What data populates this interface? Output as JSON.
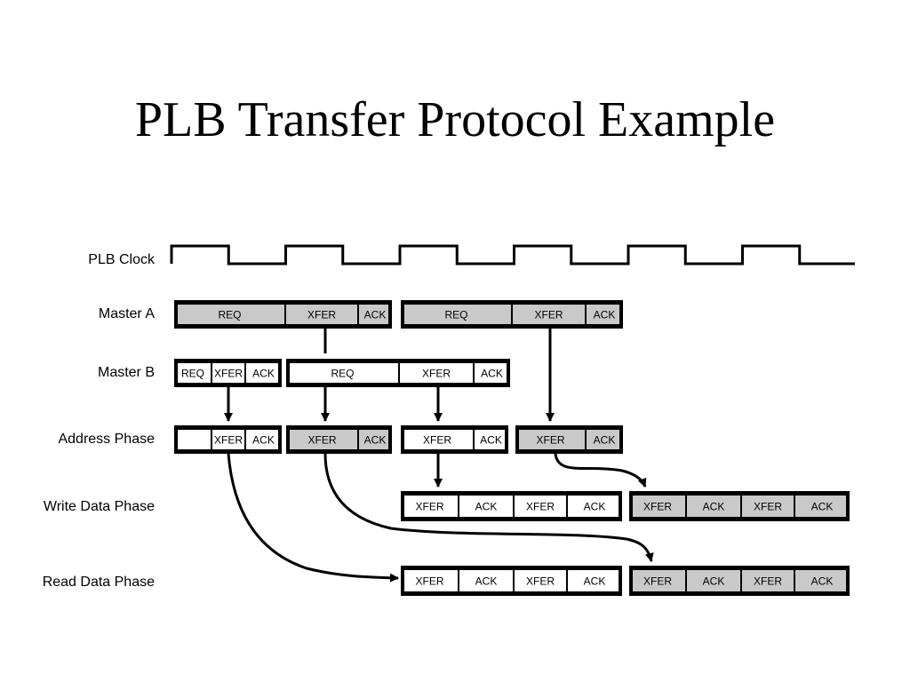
{
  "title": "PLB Transfer Protocol Example",
  "colors": {
    "ink": "#000000",
    "shade": "#c9c9c9",
    "paper": "#ffffff"
  },
  "rows": [
    {
      "id": "clock",
      "label": "PLB Clock"
    },
    {
      "id": "masterA",
      "label": "Master A"
    },
    {
      "id": "masterB",
      "label": "Master B"
    },
    {
      "id": "addr",
      "label": "Address Phase"
    },
    {
      "id": "wdata",
      "label": "Write Data Phase"
    },
    {
      "id": "rdata",
      "label": "Read Data Phase"
    }
  ],
  "groups": [
    {
      "row": "masterA",
      "shaded": true,
      "segments": [
        {
          "text": "REQ",
          "fill": true
        },
        {
          "text": "XFER",
          "fill": true
        },
        {
          "text": "ACK",
          "fill": true
        }
      ]
    },
    {
      "row": "masterA",
      "shaded": true,
      "segments": [
        {
          "text": "REQ",
          "fill": true
        },
        {
          "text": "XFER",
          "fill": true
        },
        {
          "text": "ACK",
          "fill": true
        }
      ]
    },
    {
      "row": "masterB",
      "shaded": false,
      "segments": [
        {
          "text": "REQ",
          "fill": false
        },
        {
          "text": "XFER",
          "fill": false
        },
        {
          "text": "ACK",
          "fill": false
        }
      ]
    },
    {
      "row": "masterB",
      "shaded": false,
      "segments": [
        {
          "text": "REQ",
          "fill": false
        },
        {
          "text": "XFER",
          "fill": false
        },
        {
          "text": "ACK",
          "fill": false
        }
      ]
    },
    {
      "row": "addr",
      "shaded": false,
      "segments": [
        {
          "text": "",
          "fill": false
        },
        {
          "text": "XFER",
          "fill": false
        },
        {
          "text": "ACK",
          "fill": false
        }
      ]
    },
    {
      "row": "addr",
      "shaded": true,
      "segments": [
        {
          "text": "XFER",
          "fill": true
        },
        {
          "text": "ACK",
          "fill": true
        }
      ]
    },
    {
      "row": "addr",
      "shaded": false,
      "segments": [
        {
          "text": "XFER",
          "fill": false
        },
        {
          "text": "ACK",
          "fill": false
        }
      ]
    },
    {
      "row": "addr",
      "shaded": true,
      "segments": [
        {
          "text": "XFER",
          "fill": true
        },
        {
          "text": "ACK",
          "fill": true
        }
      ]
    },
    {
      "row": "wdata",
      "shaded": false,
      "segments": [
        {
          "text": "XFER",
          "fill": false
        },
        {
          "text": "ACK",
          "fill": false
        },
        {
          "text": "XFER",
          "fill": false
        },
        {
          "text": "ACK",
          "fill": false
        }
      ]
    },
    {
      "row": "wdata",
      "shaded": true,
      "segments": [
        {
          "text": "XFER",
          "fill": true
        },
        {
          "text": "ACK",
          "fill": true
        },
        {
          "text": "XFER",
          "fill": true
        },
        {
          "text": "ACK",
          "fill": true
        }
      ]
    },
    {
      "row": "rdata",
      "shaded": false,
      "segments": [
        {
          "text": "XFER",
          "fill": false
        },
        {
          "text": "ACK",
          "fill": false
        },
        {
          "text": "XFER",
          "fill": false
        },
        {
          "text": "ACK",
          "fill": false
        }
      ]
    },
    {
      "row": "rdata",
      "shaded": true,
      "segments": [
        {
          "text": "XFER",
          "fill": true
        },
        {
          "text": "ACK",
          "fill": true
        },
        {
          "text": "XFER",
          "fill": true
        },
        {
          "text": "ACK",
          "fill": true
        }
      ]
    }
  ]
}
